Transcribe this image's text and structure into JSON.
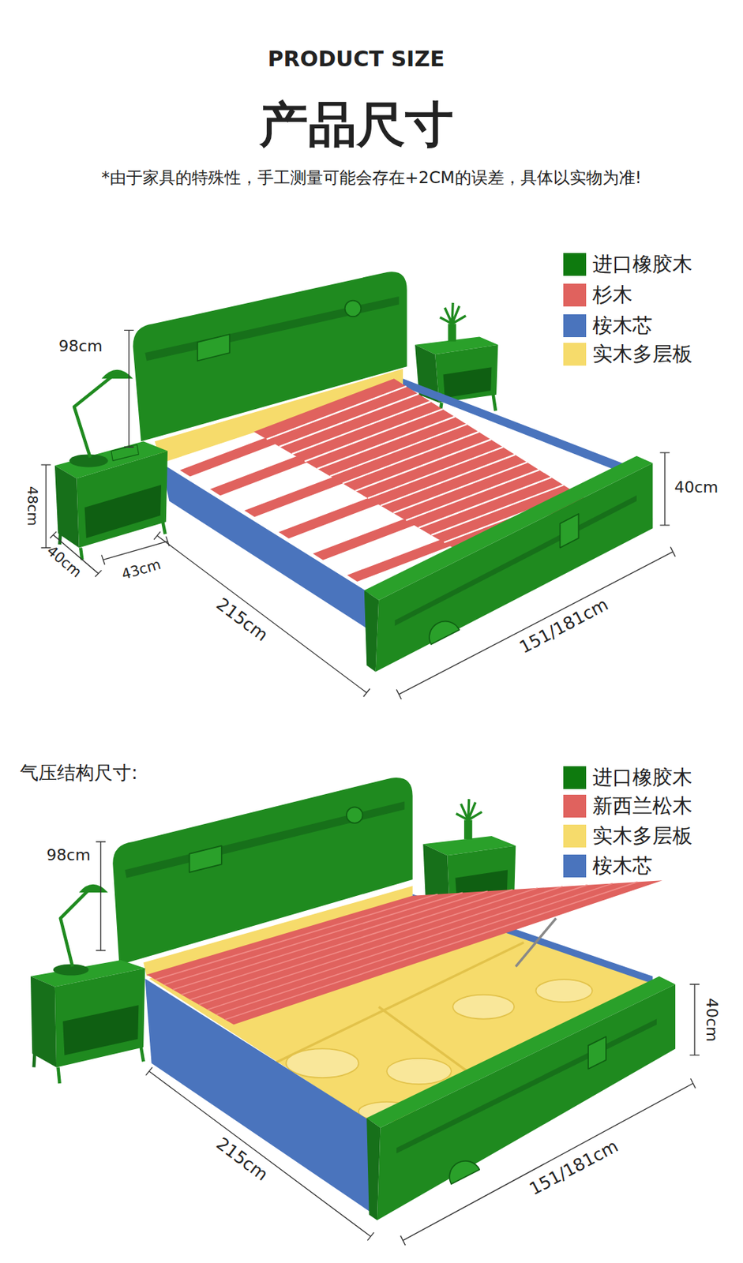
{
  "diagram": {
    "title": "产品尺寸",
    "labels": [
      "PRODUCT SIZE",
      "*由于家具的特殊性，手工测量可能会存在+2CM的误差，具体以实物为准!",
      "98cm",
      "48cm",
      "40cm",
      "43cm",
      "215cm",
      "151/181cm",
      "40cm",
      "气压结构尺寸:",
      "98cm",
      "40cm",
      "215cm",
      "151/181cm"
    ],
    "legend": [
      {
        "text": "进口橡胶木",
        "color": "#0e7a0e"
      },
      {
        "text": "杉木",
        "color": "#e0625e"
      },
      {
        "text": "桉木芯",
        "color": "#4a74bd"
      },
      {
        "text": "实木多层板",
        "color": "#f6db6b"
      },
      {
        "text": "进口橡胶木",
        "color": "#0e7a0e"
      },
      {
        "text": "新西兰松木",
        "color": "#e0625e"
      },
      {
        "text": "实木多层板",
        "color": "#f6db6b"
      },
      {
        "text": "桉木芯",
        "color": "#4a74bd"
      }
    ]
  }
}
